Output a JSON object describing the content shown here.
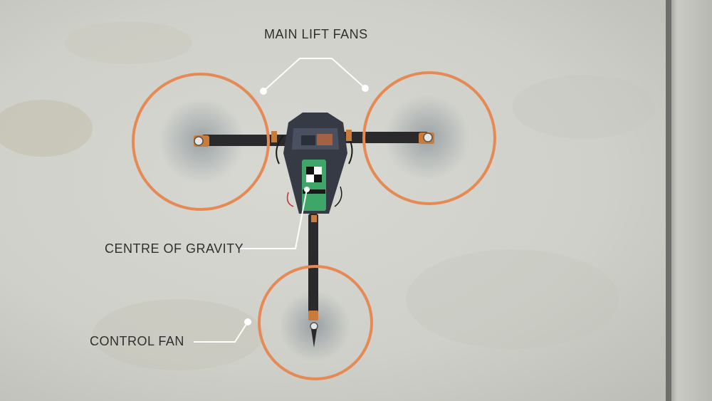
{
  "image": {
    "description_free": true
  },
  "colors": {
    "concrete": "#cfd0ca",
    "ring": "#e58a55",
    "leader": "#ffffff",
    "arm": "#2a2a2c",
    "motor": "#c97b3a",
    "board": "#3fa66a"
  },
  "labels": {
    "main_lift_fans": "MAIN LIFT FANS",
    "centre_of_gravity": "CENTRE OF GRAVITY",
    "control_fan": "CONTROL FAN"
  }
}
